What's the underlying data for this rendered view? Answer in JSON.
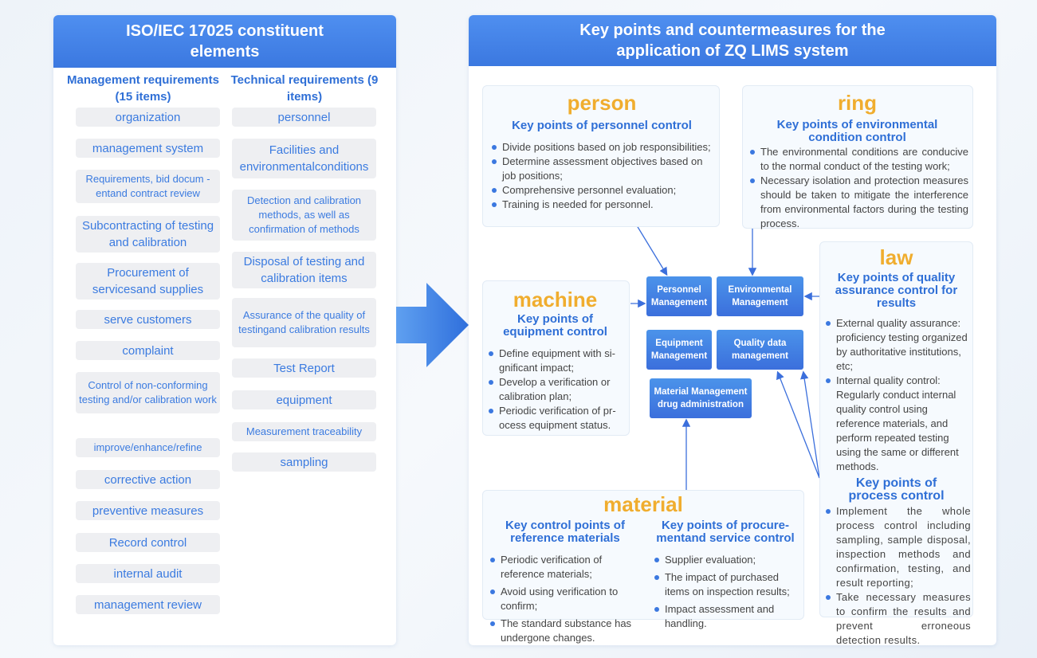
{
  "left": {
    "title": "ISO/IEC 17025 constituent elements",
    "management_header": "Management requirements (15 items)",
    "technical_header": "Technical requirements (9 items)",
    "management": [
      "organization",
      "management system",
      "Requirements, bid docum -entand contract review",
      "Subcontracting of testing and calibration",
      "Procurement of servicesand supplies",
      "serve customers",
      "complaint",
      "Control of non-conforming testing and/or calibration work",
      "improve/enhance/refine",
      "corrective action",
      "preventive measures",
      "Record control",
      "internal audit",
      "management review"
    ],
    "technical": [
      "personnel",
      "Facilities and environmentalconditions",
      "Detection and calibration methods, as well as confirmation of methods",
      "Disposal of testing and calibration items",
      "Assurance of the quality of testingand calibration results",
      "Test Report",
      "equipment",
      "Measurement traceability",
      "sampling"
    ]
  },
  "right": {
    "title": "Key points and countermeasures for the application of ZQ LIMS system",
    "person": {
      "big": "person",
      "sub": "Key points of personnel control",
      "items": [
        "Divide positions based on job responsibilities;",
        "Determine assessment objectives based on job positions;",
        "Comprehensive personnel evaluation;",
        "Training is needed for personnel."
      ]
    },
    "ring": {
      "big": "ring",
      "sub": "Key points of environmental condition control",
      "items": [
        "The environmental conditions are conducive to the normal conduct of the testing work;",
        "Necessary isolation and protection measures should be taken to mitigate the interference from environmental factors during the testing process."
      ]
    },
    "law": {
      "big": "law",
      "sub": "Key points of quality assurance control for results",
      "items": [
        "External quality assurance: proficiency testing organized by authoritative institutions, etc;",
        "Internal quality control: Regularly conduct internal quality control using reference materials, and perform repeated testing using the same or different methods."
      ],
      "sub2": "Key points of process control",
      "items2": [
        "Implement the whole process control including sampling, sample disposal, inspection methods and confirmation, testing, and result reporting;",
        "Take necessary measures to confirm the results and prevent erroneous detection results."
      ]
    },
    "machine": {
      "big": "machine",
      "sub": "Key points of equipment control",
      "items": [
        "Define equipment with si- gnificant impact;",
        "Develop a verification or calibration plan;",
        "Periodic verification of pr- ocess equipment status."
      ]
    },
    "material": {
      "big": "material",
      "sub1": "Key control points of reference materials",
      "items1": [
        "Periodic verification of reference materials;",
        "Avoid using verification to confirm;",
        "The standard substance has undergone changes."
      ],
      "sub2": "Key points of procure- mentand service control",
      "items2": [
        "Supplier evaluation;",
        "The impact of purchased items on inspection results;",
        "Impact assessment and handling."
      ]
    },
    "modules": [
      "Personnel Management",
      "Environmental Management",
      "Equipment Management",
      "Quality data management",
      "Material Management drug administration"
    ]
  }
}
